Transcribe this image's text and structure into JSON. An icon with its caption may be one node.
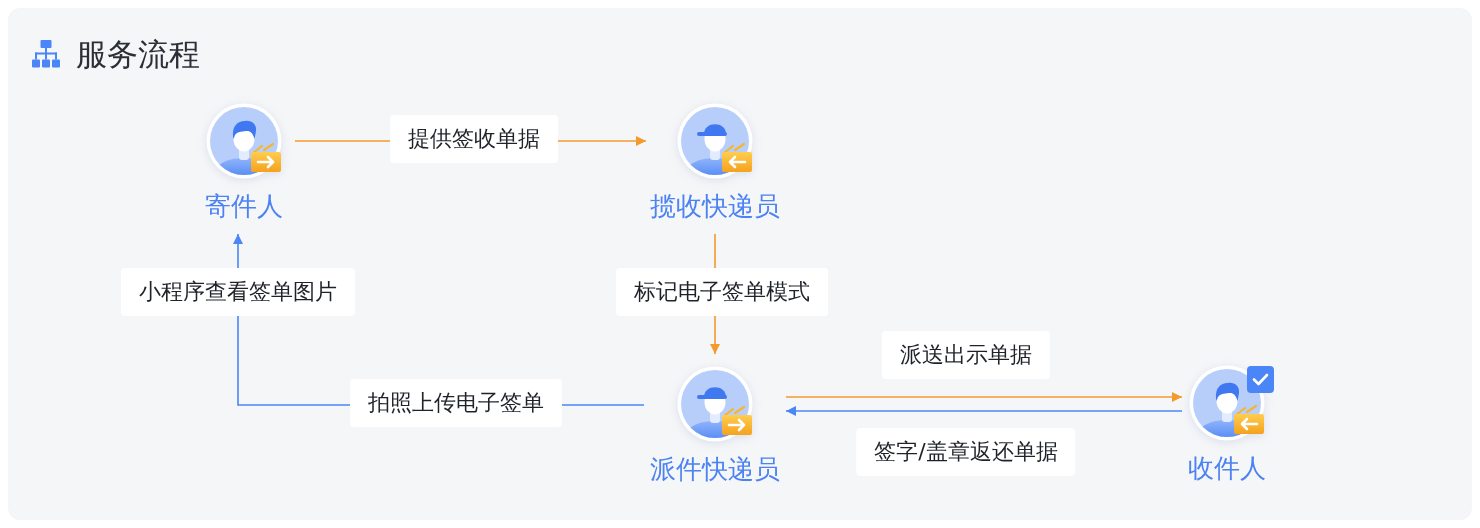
{
  "diagram": {
    "title": "服务流程",
    "nodes": [
      {
        "text": [
          "寄件人"
        ]
      },
      {
        "text": [
          "揽收快递员"
        ]
      },
      {
        "text": [
          "派件快递员"
        ]
      },
      {
        "text": [
          "收件人"
        ]
      }
    ],
    "edges": [
      {
        "from": 0,
        "to": 1,
        "arrow": "to",
        "label": "提供签收单据"
      },
      {
        "from": 1,
        "to": 2,
        "arrow": "to",
        "label": "标记电子签单模式"
      },
      {
        "from": 2,
        "to": 3,
        "arrow": "to",
        "label": "派送出示单据"
      },
      {
        "from": 3,
        "to": 2,
        "arrow": "to",
        "label": "签字/盖章返还单据",
        "color": "#4b86f7"
      },
      {
        "from": 2,
        "to": 0,
        "arrow": "to",
        "label": "拍照上传电子签单",
        "color": "#4b86f7"
      }
    ],
    "labels": [
      "小程序查看签单图片"
    ]
  }
}
